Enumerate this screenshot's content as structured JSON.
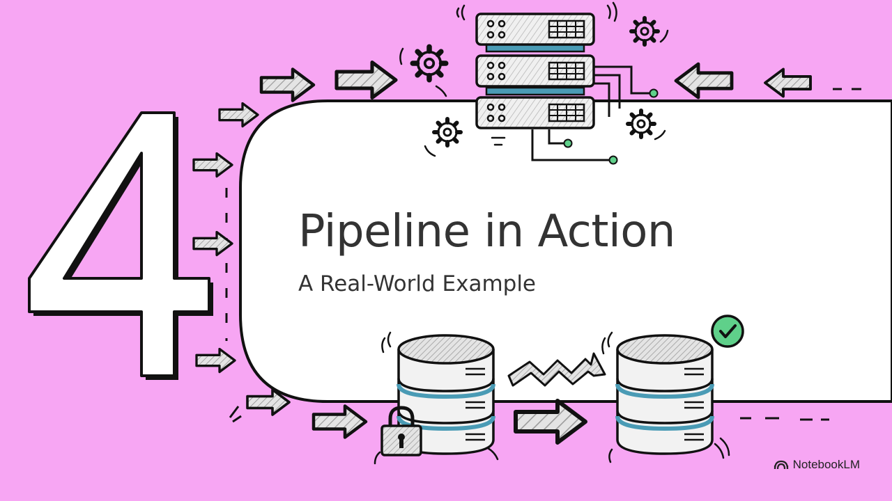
{
  "slide": {
    "number": "4",
    "title": "Pipeline in Action",
    "subtitle": "A Real-World Example"
  },
  "brand": {
    "name": "NotebookLM",
    "icon": "notebooklm-logo-icon"
  },
  "icons": [
    "server-rack-icon",
    "gear-icon",
    "database-icon",
    "padlock-icon",
    "checkmark-icon",
    "arrow-icon",
    "zigzag-arrow-icon"
  ],
  "colors": {
    "background": "#f7a6f3",
    "panel": "#ffffff",
    "outline": "#111111",
    "accent_teal": "#4a9bb5",
    "check_green": "#5fd08a",
    "text": "#333333"
  }
}
